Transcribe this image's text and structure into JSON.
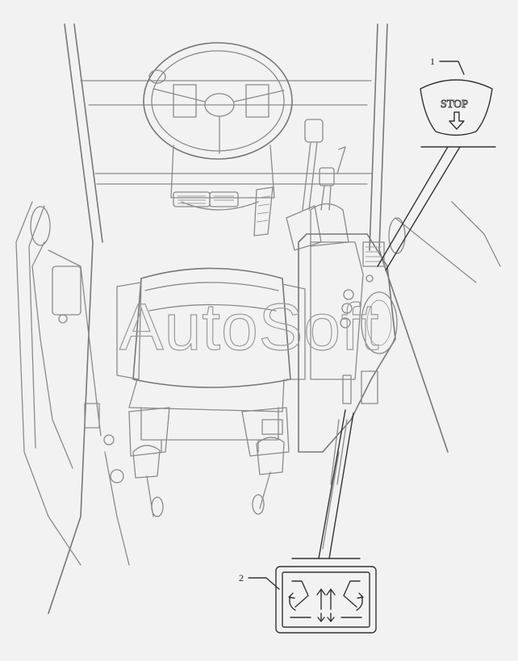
{
  "watermark": "AutoSoft",
  "callouts": [
    {
      "number": "1",
      "decal_text": "STOP",
      "decal_icon": "stop-arrow-down-icon"
    },
    {
      "number": "2",
      "decal_icon": "hydraulic-lever-arrows-icon"
    }
  ],
  "colors": {
    "background": "#f2f2f2",
    "line": "#8a8a8a",
    "ink": "#333333"
  }
}
